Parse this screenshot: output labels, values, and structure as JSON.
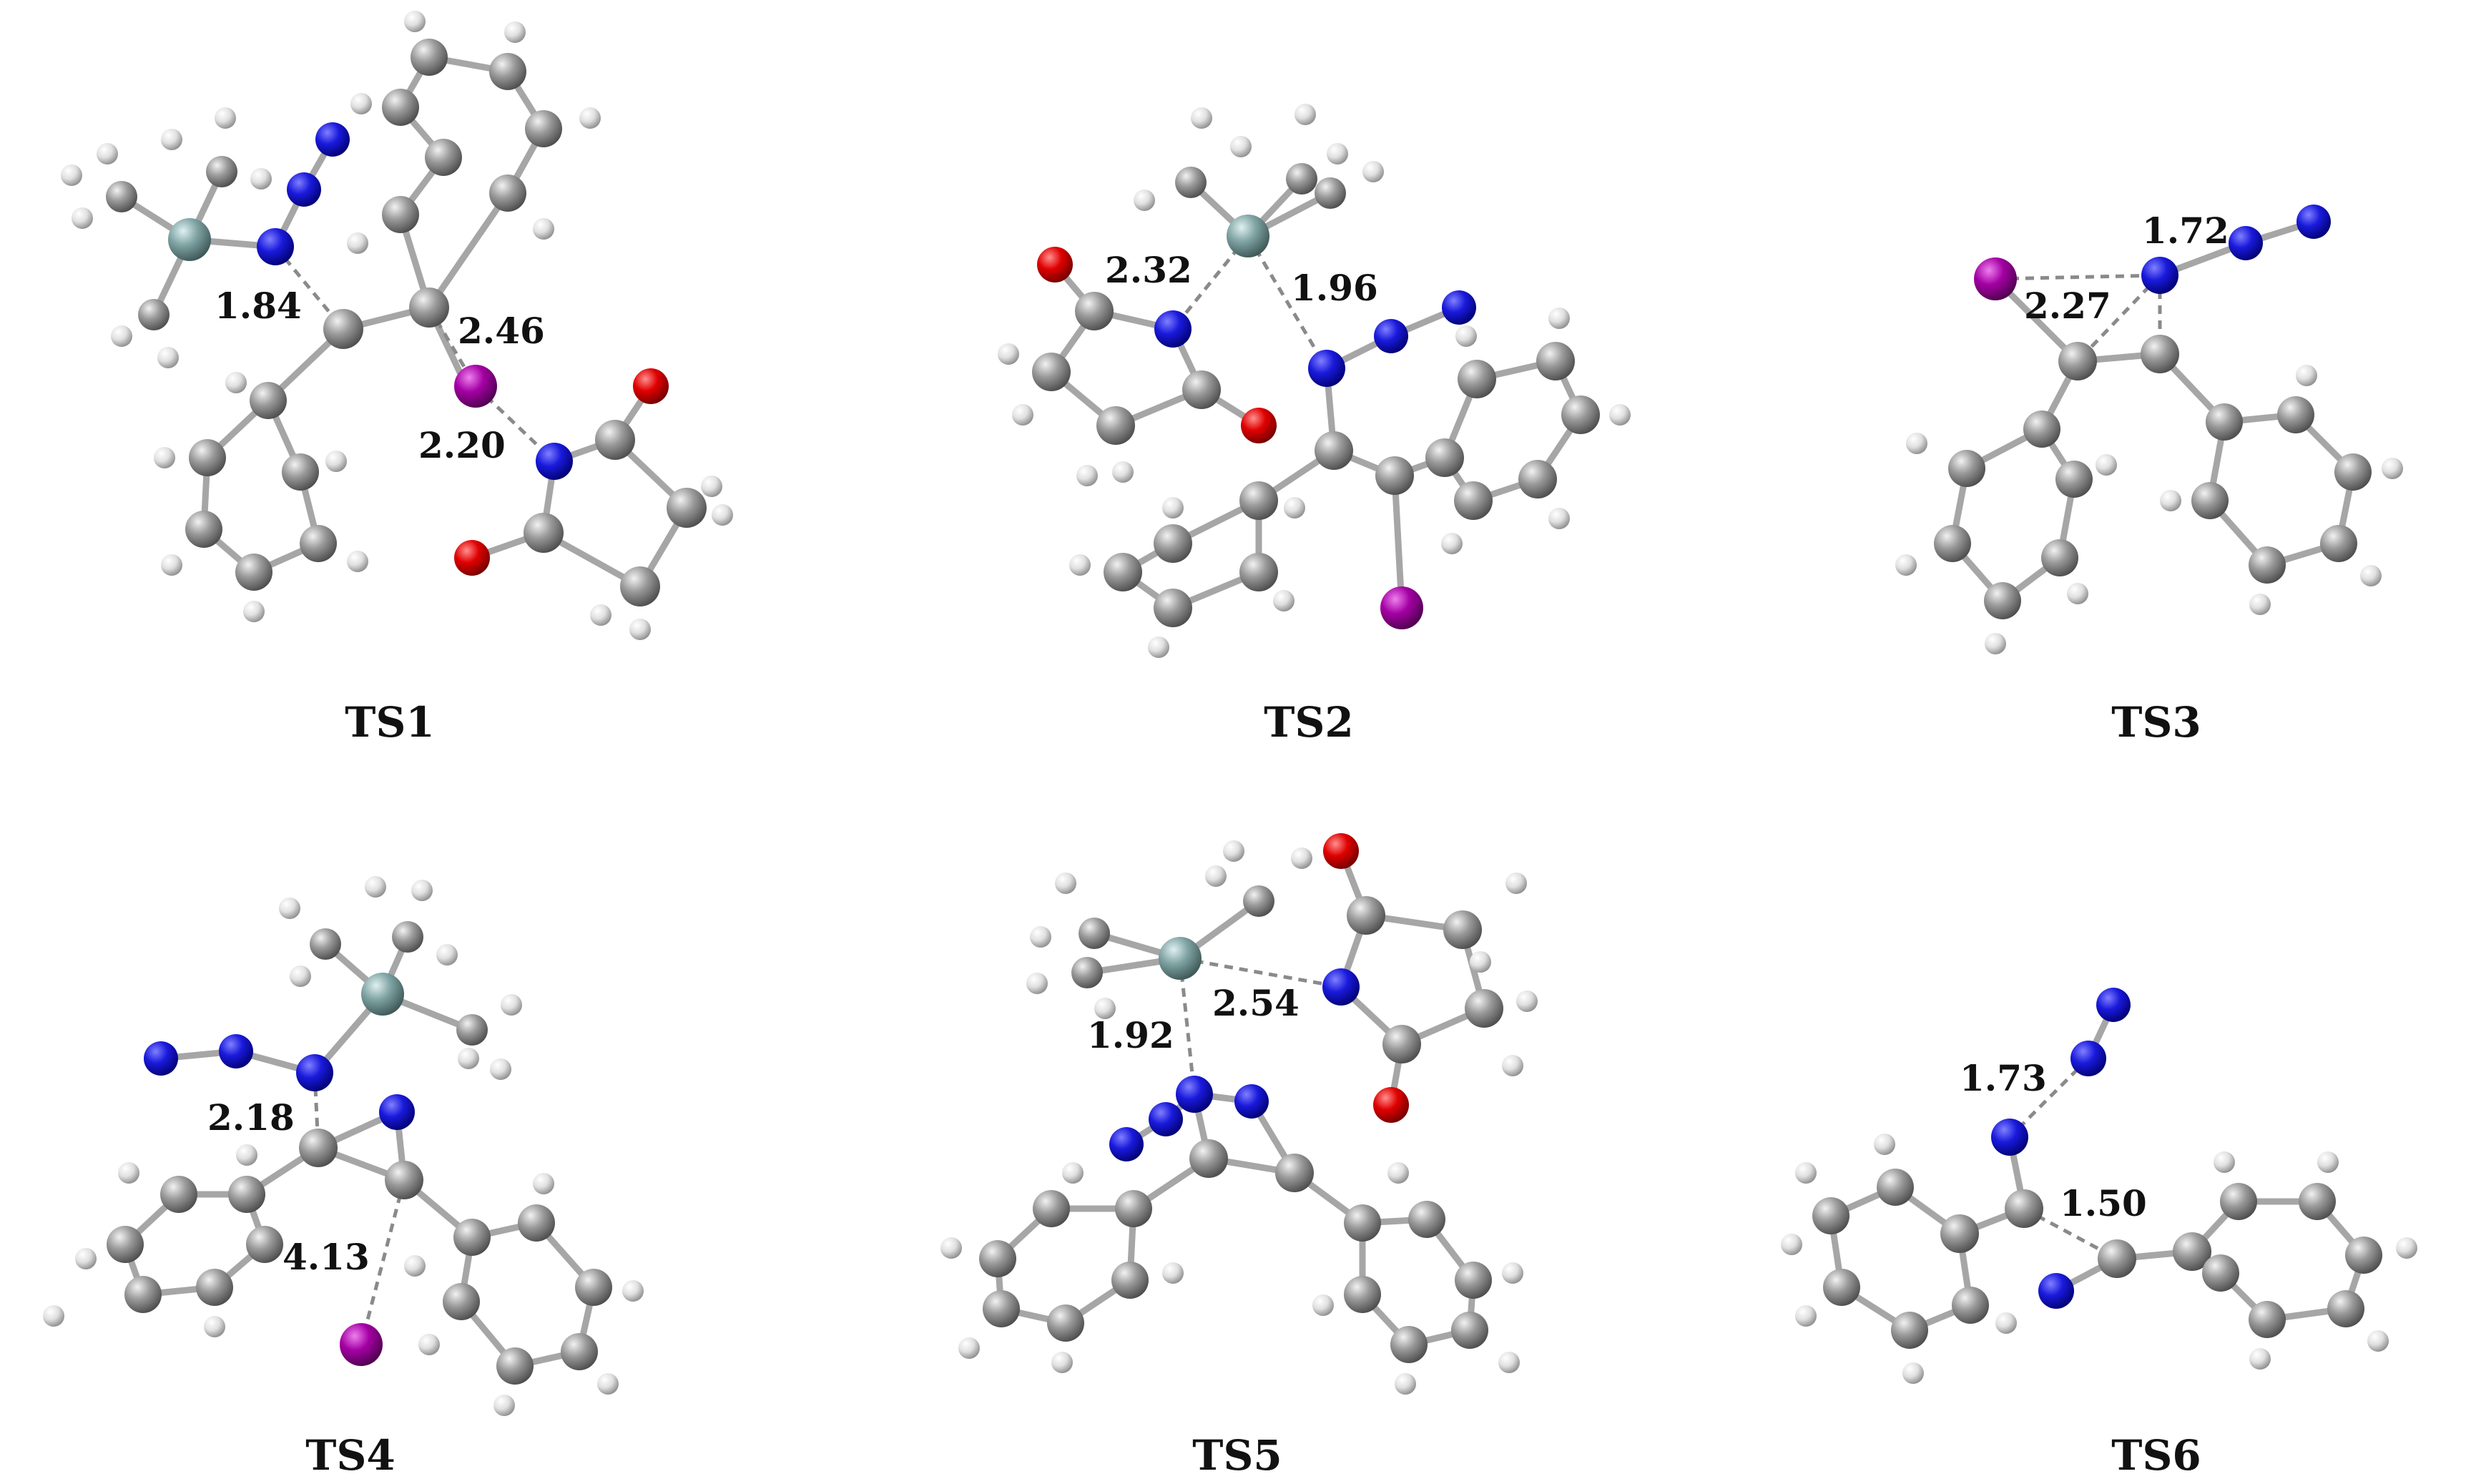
{
  "colors": {
    "carbon": "#8c8c8c",
    "hydrogen": "#e6e6e6",
    "nitrogen": "#1a1adc",
    "oxygen": "#e00000",
    "iodine": "#a400a4",
    "silicon": "#7fa3a3",
    "bond": "#a6a6a6",
    "dashed": "#8a8a8a"
  },
  "structures": [
    {
      "id": "TS1",
      "caption": "TS1",
      "distances": [
        "1.84",
        "2.46",
        "2.20"
      ]
    },
    {
      "id": "TS2",
      "caption": "TS2",
      "distances": [
        "2.32",
        "1.96"
      ]
    },
    {
      "id": "TS3",
      "caption": "TS3",
      "distances": [
        "1.72",
        "2.27"
      ]
    },
    {
      "id": "TS4",
      "caption": "TS4",
      "distances": [
        "2.18",
        "4.13"
      ]
    },
    {
      "id": "TS5",
      "caption": "TS5",
      "distances": [
        "1.92",
        "2.54"
      ]
    },
    {
      "id": "TS6",
      "caption": "TS6",
      "distances": [
        "1.73",
        "1.50"
      ]
    }
  ]
}
